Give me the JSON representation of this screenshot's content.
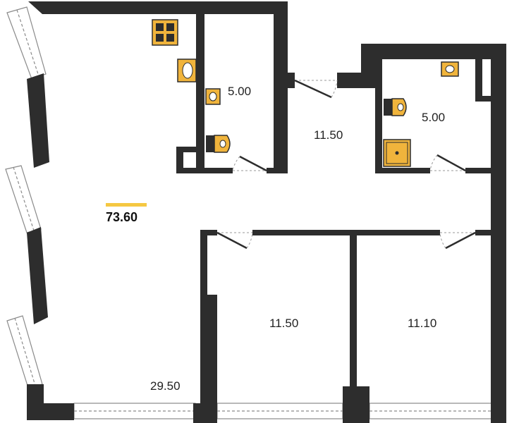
{
  "total_area": {
    "value": "73.60",
    "accent_color": "#f5c842"
  },
  "rooms": [
    {
      "id": "living",
      "area": "29.50"
    },
    {
      "id": "bathroom-1",
      "area": "5.00"
    },
    {
      "id": "hallway",
      "area": "11.50"
    },
    {
      "id": "bathroom-2",
      "area": "5.00"
    },
    {
      "id": "bedroom-1",
      "area": "11.50"
    },
    {
      "id": "bedroom-2",
      "area": "11.10"
    }
  ],
  "colors": {
    "wall": "#2d2d2d",
    "fixture_fill": "#f0b43c",
    "fixture_stroke": "#2d2d2d",
    "door_dash": "#9a9a9a"
  },
  "fixtures": [
    "stove-icon",
    "sink-icon",
    "toilet-icon",
    "shower-tray-icon"
  ]
}
